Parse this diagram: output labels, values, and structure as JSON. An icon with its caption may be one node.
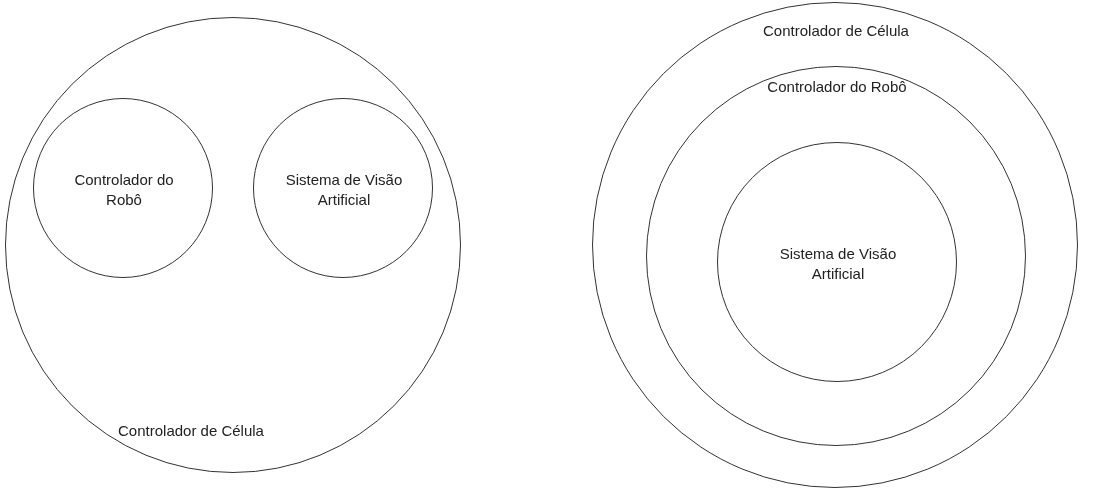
{
  "diagram": {
    "nodes": [
      {
        "text": [
          "Controlador de Célula"
        ]
      },
      {
        "text": [
          "Controlador do Robô"
        ],
        "in": 0
      },
      {
        "text": [
          "Sistema de Visão Artificial"
        ],
        "in": 0
      },
      {
        "text": [
          "Controlador de Célula"
        ]
      },
      {
        "text": [
          "Controlador do Robô"
        ],
        "in": 3
      },
      {
        "text": [
          "Sistema de Visão Artificial"
        ],
        "in": 4
      }
    ]
  }
}
